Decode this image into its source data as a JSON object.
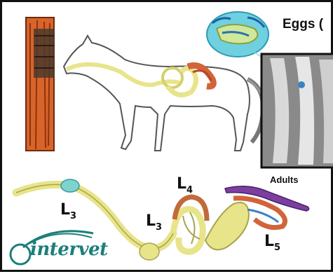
{
  "title": "Eggs (",
  "labels": {
    "adults": "Adults",
    "l3_first": "L",
    "l3_first_sub": "3",
    "l3_second": "L",
    "l3_second_sub": "3",
    "l4": "L",
    "l4_sub": "4",
    "l5": "L",
    "l5_sub": "5"
  },
  "logo": {
    "text": "intervet"
  },
  "colors": {
    "post": "#d9642a",
    "larva_path": "#e8e48a",
    "orange_larva": "#d2643a",
    "egg_cyan": "#6fd0e0",
    "purple_adult": "#7b3fa0",
    "logo_teal": "#1b7f7a"
  }
}
